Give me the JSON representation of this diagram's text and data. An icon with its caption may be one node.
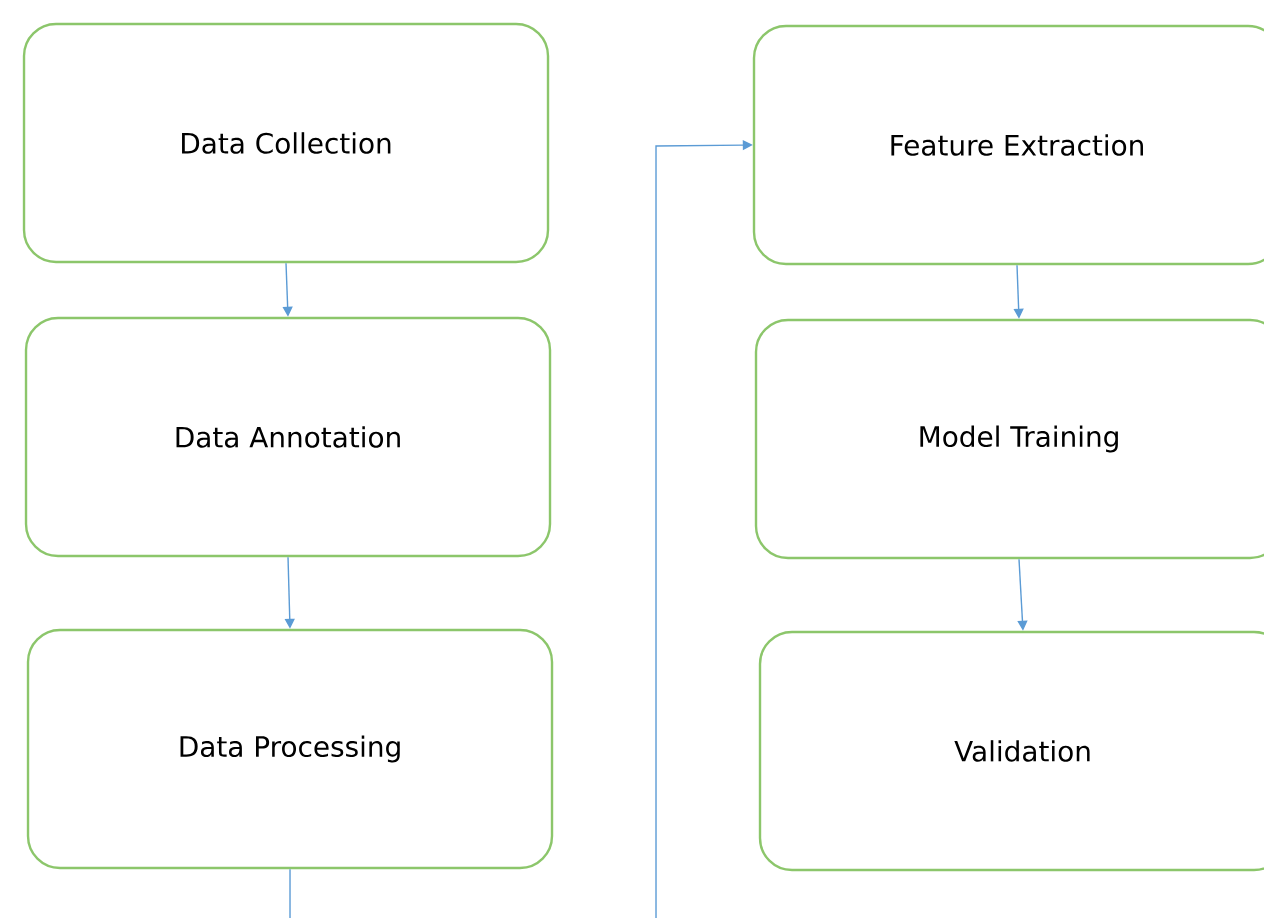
{
  "diagram": {
    "nodes": [
      {
        "text": [
          "Data Collection"
        ]
      },
      {
        "text": [
          "Data Annotation"
        ]
      },
      {
        "text": [
          "Data Processing"
        ]
      },
      {
        "text": [
          "Feature Extraction"
        ]
      },
      {
        "text": [
          "Model Training"
        ]
      },
      {
        "text": [
          "Validation"
        ]
      }
    ],
    "edges": [
      {
        "from": 0,
        "to": 1,
        "arrow": "to"
      },
      {
        "from": 1,
        "to": 2,
        "arrow": "to"
      },
      {
        "from": 2,
        "to": 3,
        "arrow": "to"
      },
      {
        "from": 3,
        "to": 4,
        "arrow": "to"
      },
      {
        "from": 4,
        "to": 5,
        "arrow": "to"
      }
    ]
  }
}
